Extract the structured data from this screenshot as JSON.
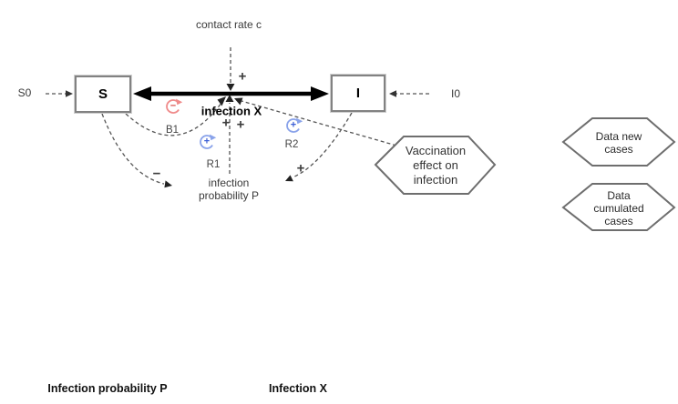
{
  "labels": {
    "contact_rate": "contact rate c",
    "s0": "S0",
    "i0": "I0",
    "stock_s": "S",
    "stock_i": "I",
    "flow": "infection X",
    "inf_prob_line1": "infection",
    "inf_prob_line2": "probability P",
    "bottom_left_title": "Infection probability P",
    "bottom_right_title": "Infection X"
  },
  "loops": {
    "b1": {
      "label": "B1",
      "sign": "−"
    },
    "r1": {
      "label": "R1",
      "sign": "+"
    },
    "r2": {
      "label": "R2",
      "sign": "+"
    }
  },
  "polarities": {
    "contact_to_flow": "+",
    "prob_to_flow_left": "+",
    "prob_to_flow_right": "+",
    "s_to_prob": "−",
    "i_to_prob": "+"
  },
  "hexagons": {
    "vaccination": {
      "lines": [
        "Vaccination",
        "effect on",
        "infection"
      ]
    },
    "data_new": {
      "lines": [
        "Data new",
        "cases"
      ]
    },
    "data_cumulated": {
      "lines": [
        "Data",
        "cumulated",
        "cases"
      ]
    }
  },
  "colors": {
    "balancing_loop": "#ef8a8a",
    "balancing_sign": "#d9534f",
    "reinforcing_loop": "#8aa3ea",
    "reinforcing_sign": "#3c5fd6",
    "connector": "#555555",
    "node_border": "#828282",
    "flow": "#000000"
  }
}
